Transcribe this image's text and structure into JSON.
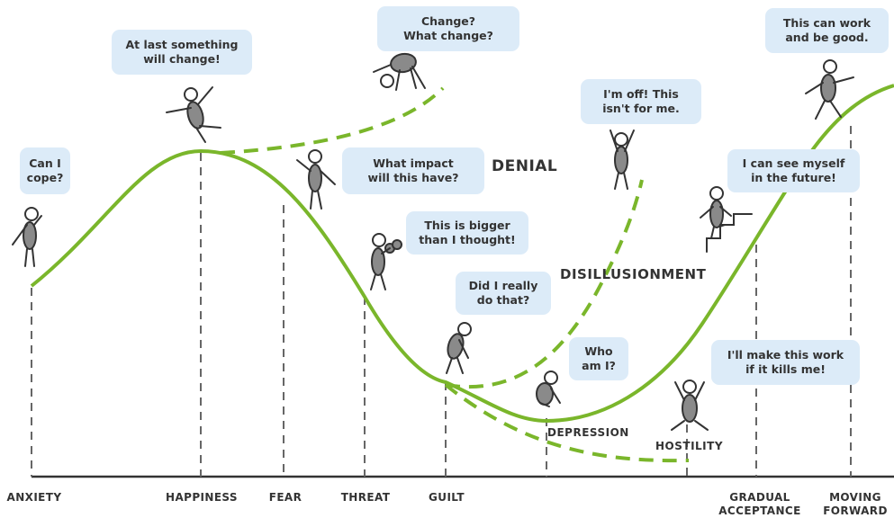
{
  "colors": {
    "curve": "#7ab62b",
    "bubble": "#dcebf8",
    "figure": "#8a8a8a",
    "text": "#333333",
    "axis": "#333333"
  },
  "stages": [
    {
      "key": "anxiety",
      "label": "ANXIETY"
    },
    {
      "key": "happiness",
      "label": "HAPPINESS"
    },
    {
      "key": "fear",
      "label": "FEAR"
    },
    {
      "key": "threat",
      "label": "THREAT"
    },
    {
      "key": "guilt",
      "label": "GUILT"
    },
    {
      "key": "gradual",
      "label": "GRADUAL\nACCEPTANCE"
    },
    {
      "key": "moving",
      "label": "MOVING\nFORWARD"
    }
  ],
  "phases": {
    "denial": "DENIAL",
    "disillusionment": "DISILLUSIONMENT",
    "depression": "DEPRESSION",
    "hostility": "HOSTILITY"
  },
  "bubbles": {
    "can_i_cope": "Can I\ncope?",
    "at_last": "At last something\nwill change!",
    "change_what": "Change?\nWhat change?",
    "what_impact": "What impact\nwill this have?",
    "bigger": "This is bigger\nthan I thought!",
    "did_i": "Did I really\ndo that?",
    "im_off": "I'm off! This\nisn't for me.",
    "who_am_i": "Who\nam I?",
    "see_myself": "I can see myself\nin the future!",
    "make_work": "I'll make this work\nif it kills me!",
    "can_work": "This can work\nand be good."
  }
}
